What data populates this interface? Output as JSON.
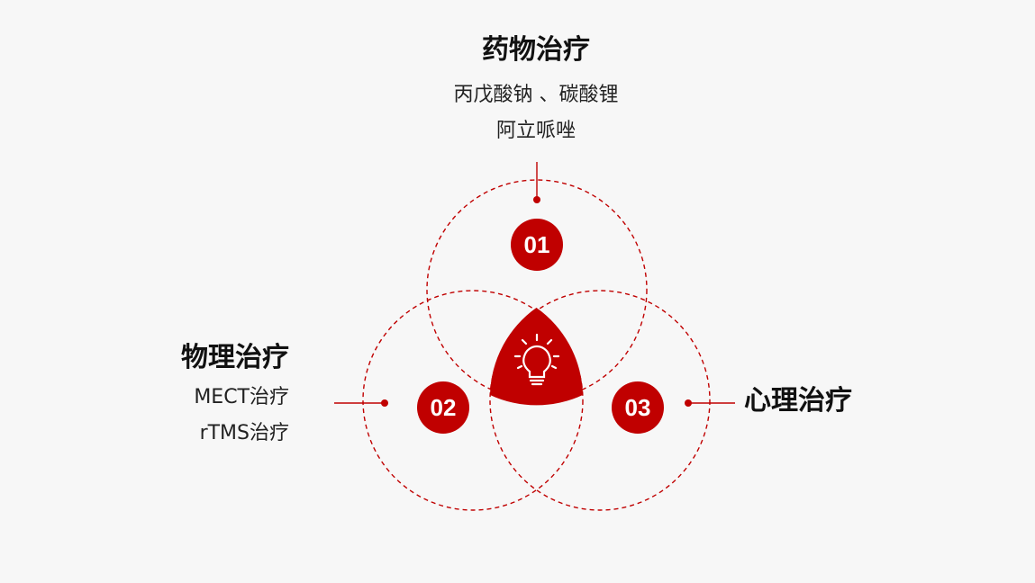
{
  "items": [
    {
      "number": "01",
      "title": "药物治疗",
      "lines": [
        "丙戊酸钠 、碳酸锂",
        "阿立哌唑"
      ]
    },
    {
      "number": "02",
      "title": "物理治疗",
      "lines": [
        "MECT治疗",
        "rTMS治疗"
      ]
    },
    {
      "number": "03",
      "title": "心理治疗",
      "lines": []
    }
  ],
  "center_icon": "lightbulb-icon",
  "colors": {
    "accent": "#c00000",
    "background": "#f7f7f7",
    "text": "#1a1a1a"
  }
}
